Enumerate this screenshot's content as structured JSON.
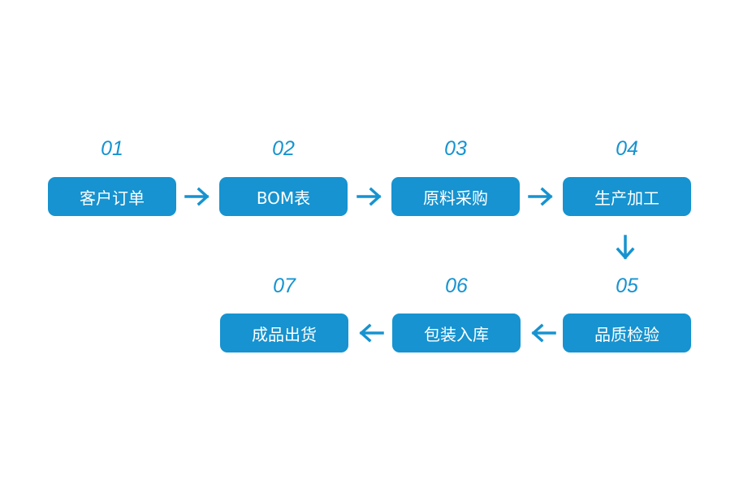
{
  "colors": {
    "accent": "#1693d0",
    "text_on_accent": "#ffffff",
    "background": "#ffffff"
  },
  "steps": [
    {
      "number": "01",
      "label": "客户订单"
    },
    {
      "number": "02",
      "label": "BOM表"
    },
    {
      "number": "03",
      "label": "原料采购"
    },
    {
      "number": "04",
      "label": "生产加工"
    },
    {
      "number": "05",
      "label": "品质检验"
    },
    {
      "number": "06",
      "label": "包装入库"
    },
    {
      "number": "07",
      "label": "成品出货"
    }
  ],
  "arrows": [
    {
      "from": "01",
      "to": "02",
      "direction": "right"
    },
    {
      "from": "02",
      "to": "03",
      "direction": "right"
    },
    {
      "from": "03",
      "to": "04",
      "direction": "right"
    },
    {
      "from": "04",
      "to": "05",
      "direction": "down"
    },
    {
      "from": "05",
      "to": "06",
      "direction": "left"
    },
    {
      "from": "06",
      "to": "07",
      "direction": "left"
    }
  ]
}
